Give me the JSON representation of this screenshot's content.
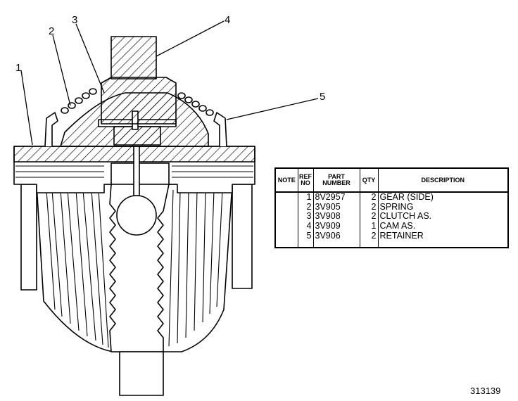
{
  "callouts": {
    "c1": "1",
    "c2": "2",
    "c3": "3",
    "c4": "4",
    "c5": "5"
  },
  "table": {
    "headers": {
      "note": "NOTE",
      "ref_no": "REF NO",
      "part_number": "PART NUMBER",
      "qty": "QTY",
      "description": "DESCRIPTION"
    },
    "rows": [
      {
        "ref": "1",
        "part": "8V2957",
        "qty": "2",
        "desc": "GEAR (SIDE)"
      },
      {
        "ref": "2",
        "part": "3V905",
        "qty": "2",
        "desc": "SPRING"
      },
      {
        "ref": "3",
        "part": "3V908",
        "qty": "2",
        "desc": "CLUTCH AS."
      },
      {
        "ref": "4",
        "part": "3V909",
        "qty": "1",
        "desc": "CAM AS."
      },
      {
        "ref": "5",
        "part": "3V906",
        "qty": "2",
        "desc": "RETAINER"
      }
    ]
  },
  "figure_id": "313139"
}
